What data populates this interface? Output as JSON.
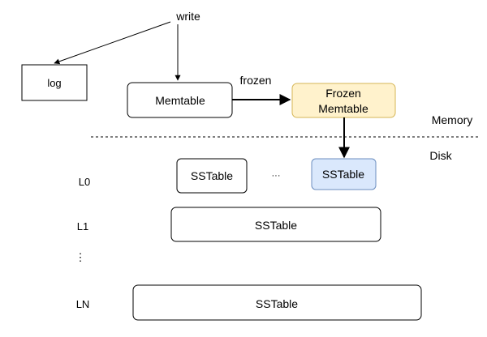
{
  "labels": {
    "write": "write",
    "log": "log",
    "memtable": "Memtable",
    "frozen_arrow": "frozen",
    "frozen_memtable_line1": "Frozen",
    "frozen_memtable_line2": "Memtable",
    "memory": "Memory",
    "disk": "Disk",
    "sstable": "SSTable",
    "ellipsis": "···",
    "vertical_ellipsis": "⋮",
    "levels": {
      "l0": "L0",
      "l1": "L1",
      "ln": "LN"
    }
  },
  "colors": {
    "stroke": "#000000",
    "frozen_fill": "#fff2cc",
    "frozen_stroke": "#d6b656",
    "highlight_fill": "#dae8fc",
    "highlight_stroke": "#6c8ebf"
  }
}
